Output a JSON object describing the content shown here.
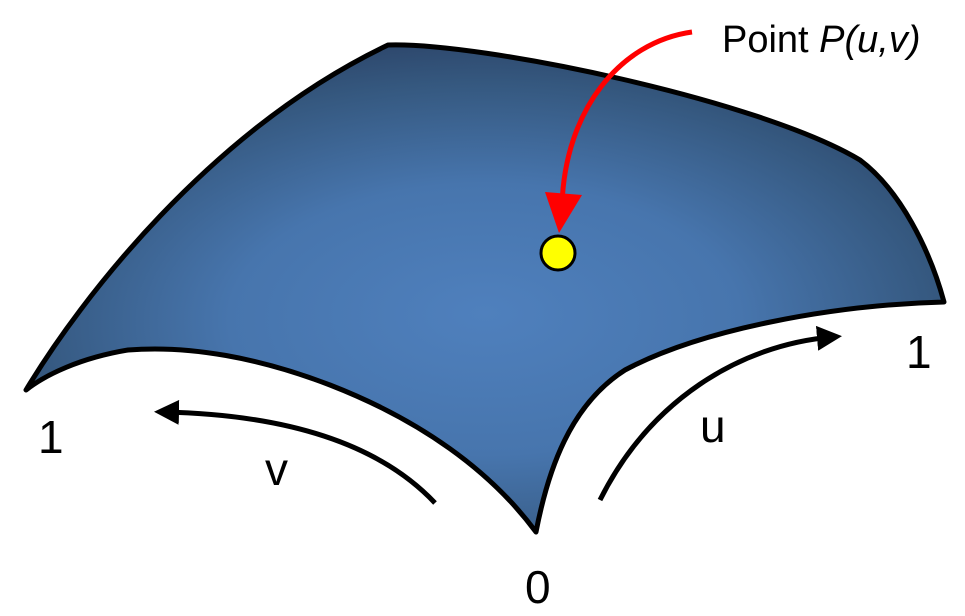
{
  "diagram": {
    "point_label": {
      "prefix": "Point ",
      "name": "P(u,v)"
    },
    "axes": {
      "u_label": "u",
      "v_label": "v",
      "origin_label": "0",
      "u_end_label": "1",
      "v_end_label": "1"
    },
    "colors": {
      "surface_light": "#4f80bd",
      "surface_dark": "#2b4266",
      "outline": "#000000",
      "point_fill": "#ffff00",
      "pointer_arrow": "#ff0000"
    }
  }
}
